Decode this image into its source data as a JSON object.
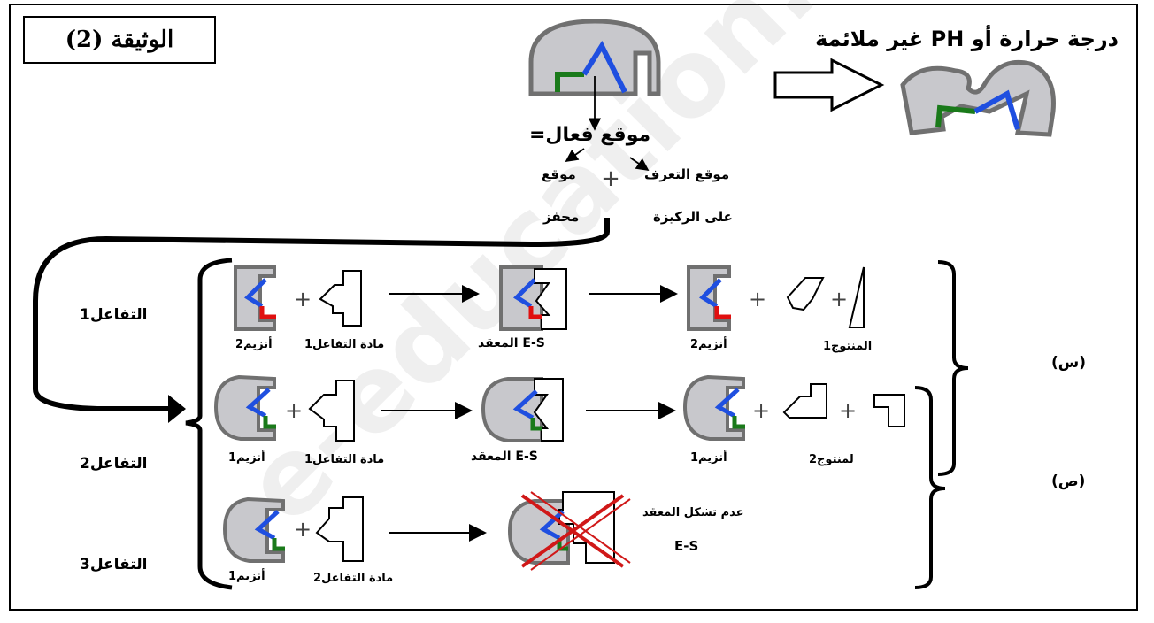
{
  "doc_title": "الوثيقة (2)",
  "condition_label": "درجة حرارة أو PH غير ملائمة",
  "active_site_label": "موقع فعال=",
  "recognition_site_label_1": "موقع التعرف",
  "recognition_site_label_2": "على الركيزة",
  "catalytic_site_label_1": "موقع",
  "catalytic_site_label_2": "محفز",
  "reactions": [
    {
      "label": "التفاعل1",
      "enzyme": "أنزيم2",
      "substrate": "مادة التفاعل1",
      "complex": "E-S المعقد",
      "enzyme_after": "أنزيم2",
      "product": "المنتوج1"
    },
    {
      "label": "التفاعل2",
      "enzyme": "أنزيم1",
      "substrate": "مادة التفاعل1",
      "complex": "E-S المعقد",
      "enzyme_after": "أنزيم1",
      "product": "لمنتوج2"
    },
    {
      "label": "التفاعل3",
      "enzyme": "أنزيم1",
      "substrate": "مادة التفاعل2",
      "no_complex_1": "عدم تشكل المعقد",
      "no_complex_2": "E-S"
    }
  ],
  "group_x": "(س)",
  "group_y": "(ص)",
  "colors": {
    "enzyme_fill": "#c8c8cc",
    "enzyme_stroke": "#707070",
    "blue": "#1f4fe0",
    "green": "#1a7a1a",
    "red": "#e01010",
    "cross": "#d01818"
  }
}
